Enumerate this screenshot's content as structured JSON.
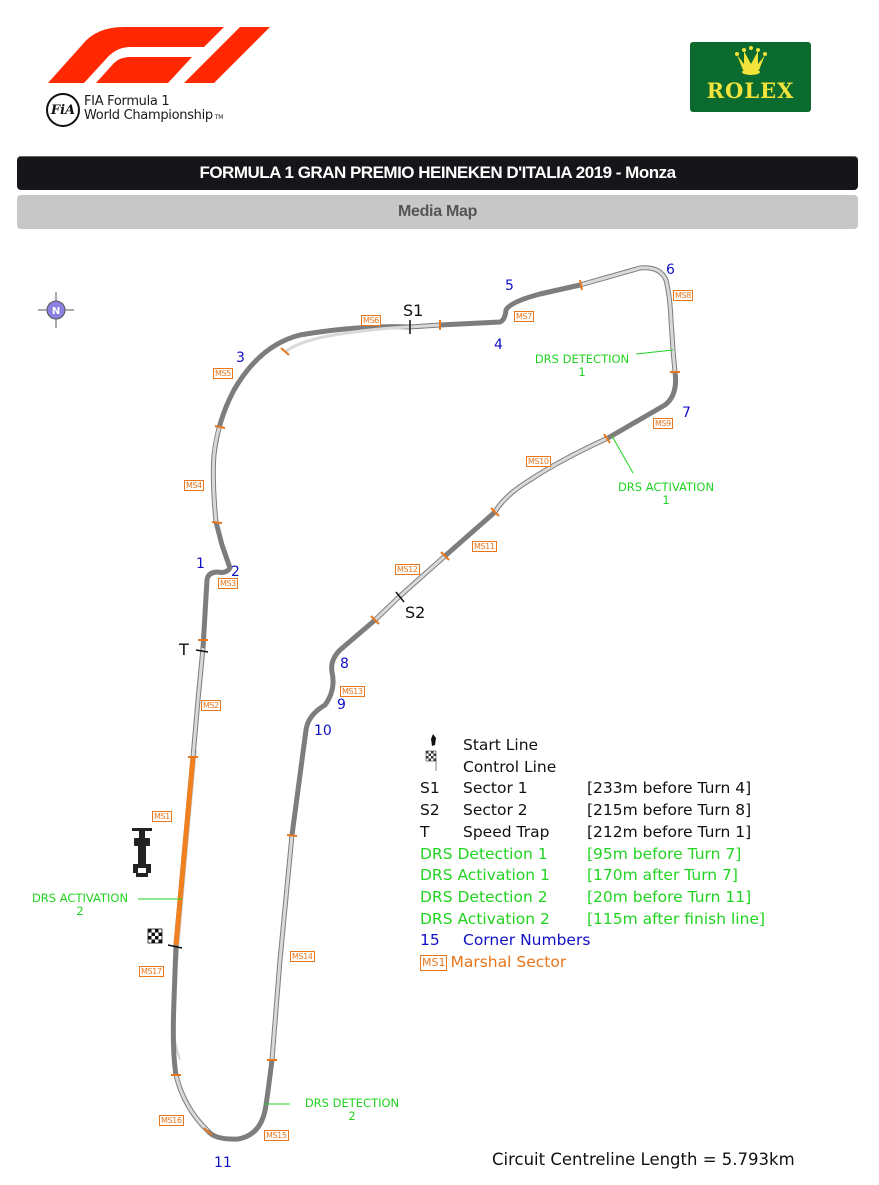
{
  "header": {
    "logo_fia_line1": "FIA Formula 1",
    "logo_fia_line2": "World Championship",
    "logo_fia_tm": "TM",
    "logo_fia_badge": "FiA",
    "sponsor": "ROLEX",
    "title": "FORMULA 1 GRAN PREMIO HEINEKEN D'ITALIA 2019 - Monza",
    "subtitle": "Media Map"
  },
  "colors": {
    "f1_red": "#ff2800",
    "rolex_green": "#0b6a2e",
    "rolex_gold": "#f2e33a",
    "corner_blue": "#1010c8",
    "drs_green": "#22d422",
    "marshal_orange": "#e8761c",
    "track_dark": "#7d7d7d",
    "track_light": "#d9d9d9"
  },
  "map": {
    "compass_label": "N",
    "corners": [
      "1",
      "2",
      "3",
      "4",
      "5",
      "6",
      "7",
      "8",
      "9",
      "10",
      "11"
    ],
    "markers": {
      "s1": "S1",
      "s2": "S2",
      "t": "T"
    },
    "marshal_sectors": [
      "MS1",
      "MS2",
      "MS3",
      "MS4",
      "MS5",
      "MS6",
      "MS7",
      "MS8",
      "MS9",
      "MS10",
      "MS11",
      "MS12",
      "MS13",
      "MS14",
      "MS15",
      "MS16",
      "MS17"
    ],
    "drs_labels": {
      "detection1": [
        "DRS DETECTION",
        "1"
      ],
      "activation1": [
        "DRS ACTIVATION",
        "1"
      ],
      "detection2": [
        "DRS DETECTION",
        "2"
      ],
      "activation2": [
        "DRS ACTIVATION",
        "2"
      ]
    }
  },
  "legend": [
    {
      "code": "",
      "name": "Start Line",
      "detail": "",
      "style": "black",
      "icon": "car-icon"
    },
    {
      "code": "",
      "name": "Control Line",
      "detail": "",
      "style": "black",
      "icon": "chequered-flag-icon"
    },
    {
      "code": "S1",
      "name": "Sector 1",
      "detail": "[233m before Turn 4]",
      "style": "black"
    },
    {
      "code": "S2",
      "name": "Sector 2",
      "detail": "[215m before Turn 8]",
      "style": "black"
    },
    {
      "code": "T",
      "name": "Speed Trap",
      "detail": "[212m before Turn 1]",
      "style": "black"
    },
    {
      "code": "",
      "name": "DRS Detection 1",
      "detail": "[95m before Turn 7]",
      "style": "green"
    },
    {
      "code": "",
      "name": "DRS Activation 1",
      "detail": "[170m after Turn 7]",
      "style": "green"
    },
    {
      "code": "",
      "name": "DRS Detection 2",
      "detail": "[20m before Turn 11]",
      "style": "green"
    },
    {
      "code": "",
      "name": "DRS Activation 2",
      "detail": "[115m after finish line]",
      "style": "green"
    },
    {
      "code": "15",
      "name": "Corner Numbers",
      "detail": "",
      "style": "blue"
    },
    {
      "code": "MS1",
      "name": "Marshal Sector",
      "detail": "",
      "style": "orange"
    }
  ],
  "footer": {
    "length_label": "Circuit Centreline Length = 5.793km"
  }
}
